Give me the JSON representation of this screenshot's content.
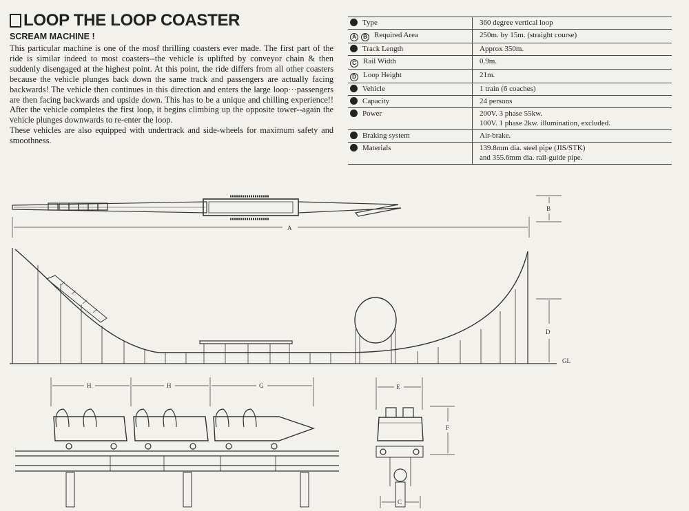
{
  "title": "LOOP THE LOOP COASTER",
  "subtitle": "SCREAM MACHINE !",
  "description": [
    "This particular machine is one of the mosf thrilling coasters ever made. The first part of the ride is similar indeed to most coasters--the vehicle is uplifted by conveyor chain & then suddenly disengaged at the highest point. At this point, the ride differs from all other coasters because the vehicle plunges back down the same track and passengers are actually facing backwards! The vehicle then continues in this direction and enters the large loop···passengers are then facing backwards and upside down. This has to be a unique and chilling experience!! After the vehicle completes the first loop, it begins climbing up the opposite tower--again the vehicle plunges downwards to re-enter the loop.",
    "These vehicles are also equipped with undertrack and side-wheels for maximum safety and smoothness."
  ],
  "specs": [
    {
      "markers": [],
      "label": "Type",
      "values": [
        "360 degree vertical loop"
      ]
    },
    {
      "markers": [
        "A",
        "B"
      ],
      "label": "Required Area",
      "values": [
        "250m. by 15m. (straight course)"
      ]
    },
    {
      "markers": [],
      "label": "Track Length",
      "values": [
        "Approx 350m."
      ]
    },
    {
      "markers": [
        "C"
      ],
      "label": "Rail Width",
      "values": [
        "0.9m."
      ]
    },
    {
      "markers": [
        "D"
      ],
      "label": "Loop Height",
      "values": [
        "21m."
      ]
    },
    {
      "markers": [],
      "label": "Vehicle",
      "values": [
        "1 train (6 coaches)"
      ]
    },
    {
      "markers": [],
      "label": "Capacity",
      "values": [
        "24 persons"
      ]
    },
    {
      "markers": [],
      "label": "Power",
      "values": [
        "200V. 3 phase 55kw.",
        "100V. 1 phase 2kw. illumination, excluded."
      ]
    },
    {
      "markers": [],
      "label": "Braking system",
      "values": [
        "Air-brake."
      ]
    },
    {
      "markers": [],
      "label": "Materials",
      "values": [
        "139.8mm dia. steel pipe (JIS/STK)",
        "and 355.6mm dia. rail-guide pipe."
      ]
    }
  ],
  "dimensions": {
    "a": "A",
    "b": "B",
    "c": "C",
    "d": "D",
    "e": "E",
    "f": "F",
    "g": "G",
    "h": "H",
    "gl": "GL"
  }
}
